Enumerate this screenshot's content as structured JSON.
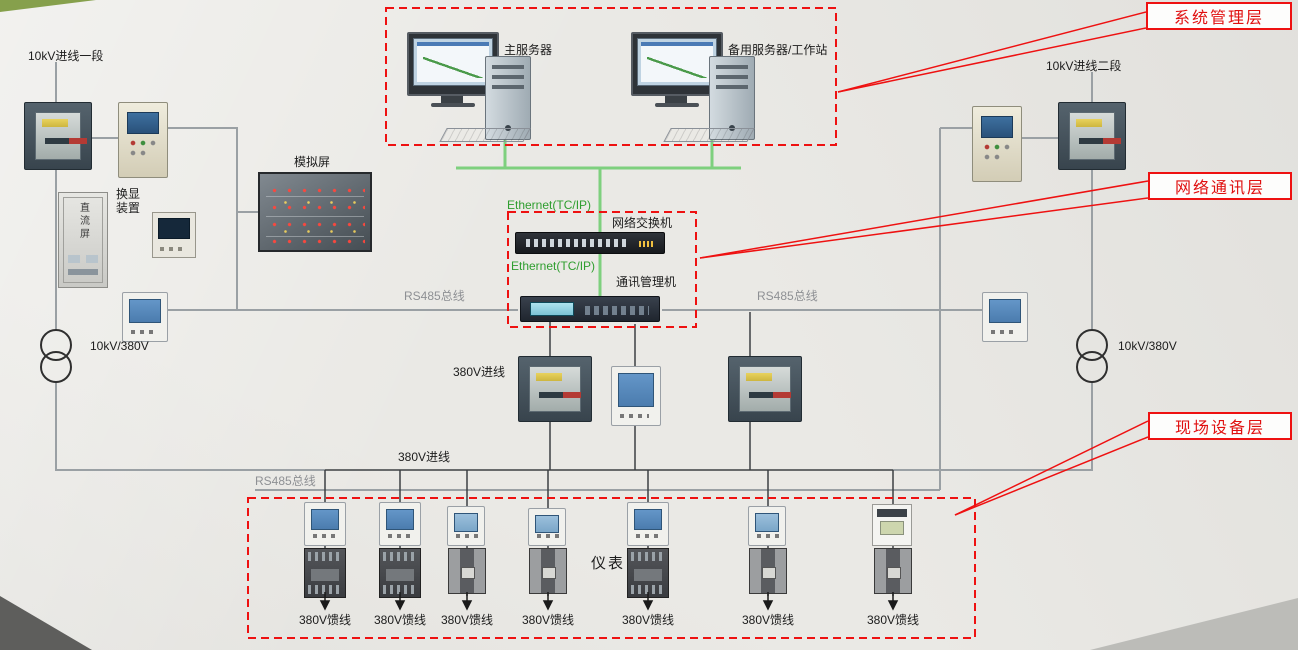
{
  "annotations": {
    "system_layer": "系统管理层",
    "network_layer": "网络通讯层",
    "field_layer": "现场设备层"
  },
  "management": {
    "main_server": "主服务器",
    "backup_server": "备用服务器/工作站"
  },
  "network": {
    "ethernet_top": "Ethernet(TC/IP)",
    "ethernet_mid": "Ethernet(TC/IP)",
    "switch": "网络交换机",
    "gateway": "通讯管理机",
    "rs485_left": "RS485总线",
    "rs485_right": "RS485总线",
    "rs485_field": "RS485总线"
  },
  "hv_left": {
    "incoming": "10kV进线一段",
    "dc_panel": "直流屏",
    "display_device": "换显装置",
    "mimic_panel": "模拟屏",
    "transformer": "10kV/380V"
  },
  "hv_right": {
    "incoming": "10kV进线二段",
    "transformer": "10kV/380V"
  },
  "lv": {
    "incoming_feed": "380V进线",
    "incoming_bus": "380V进线",
    "meters": "仪表",
    "feeders": [
      "380V馈线",
      "380V馈线",
      "380V馈线",
      "380V馈线",
      "380V馈线",
      "380V馈线",
      "380V馈线"
    ]
  },
  "colors": {
    "annotation_red": "#ee1111",
    "ethernet_green": "#2f9e2f",
    "bus_gray": "#9aa0a4"
  }
}
